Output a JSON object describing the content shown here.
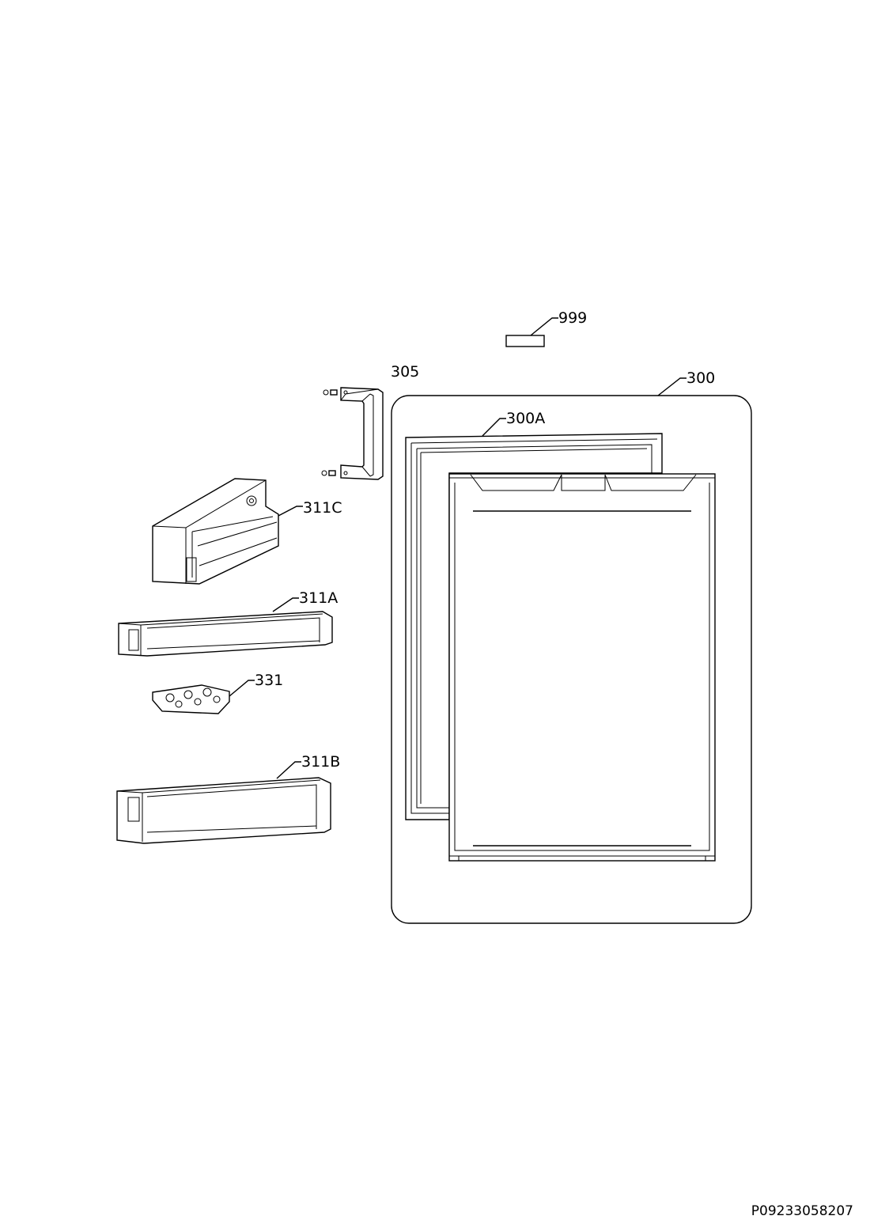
{
  "callouts": {
    "p999": "999",
    "p305": "305",
    "p300": "300",
    "p300a": "300A",
    "p311c": "311C",
    "p311a": "311A",
    "p331": "331",
    "p311b": "311B"
  },
  "drawing_code": "P09233058207",
  "icons": {
    "door": "door-assembly-icon",
    "gasket": "door-gasket-icon",
    "handle": "door-handle-icon",
    "shelf": "door-shelf-icon",
    "egg_tray": "egg-tray-icon",
    "label": "rating-label-icon"
  }
}
